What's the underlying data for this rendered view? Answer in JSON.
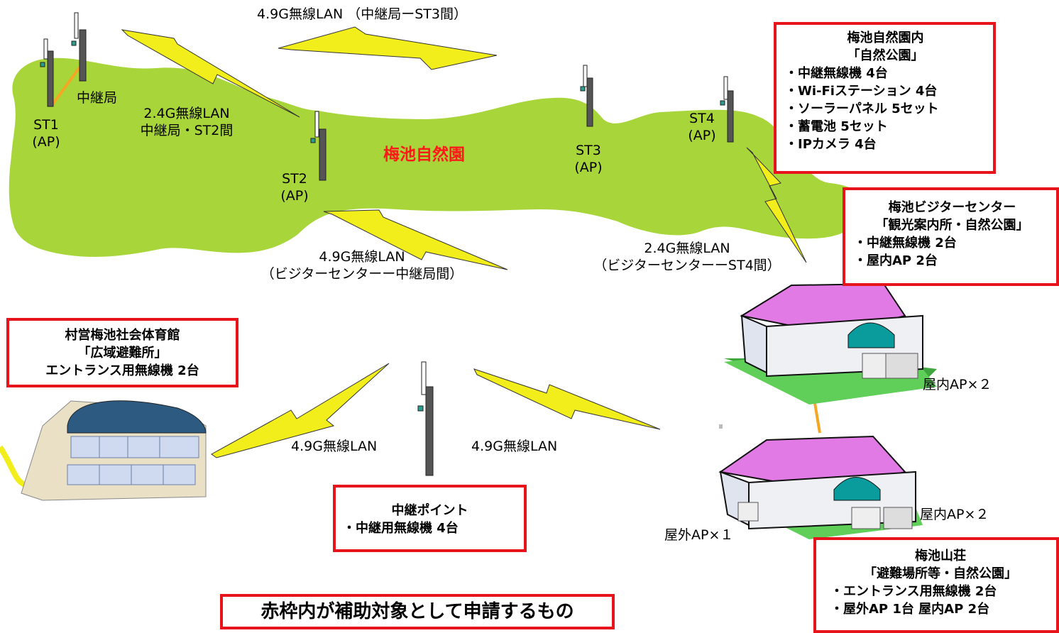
{
  "park": {
    "name": "梅池自然園"
  },
  "stations": [
    {
      "name": "ST1",
      "sub": "(AP)"
    },
    {
      "name": "中継局",
      "sub": ""
    },
    {
      "name": "ST2",
      "sub": "(AP)"
    },
    {
      "name": "ST3",
      "sub": "(AP)"
    },
    {
      "name": "ST4",
      "sub": "(AP)"
    }
  ],
  "links": {
    "top": "4.9G無線LAN （中継局ーST3間）",
    "relay_st2": [
      "2.4G無線LAN",
      "中継局・ST2間"
    ],
    "visitor_relay": [
      "4.9G無線LAN",
      "（ビジターセンターー中継局間）"
    ],
    "visitor_st4": [
      "2.4G無線LAN",
      "（ビジターセンターーST4間）"
    ],
    "gym_link": "4.9G無線LAN",
    "lodge_link": "4.9G無線LAN"
  },
  "boxes": {
    "nature_park": {
      "title": [
        "梅池自然園内",
        "「自然公園」"
      ],
      "items": [
        "・中継無線機 4台",
        "・Wi-Fiステーション 4台",
        "・ソーラーパネル 5セット",
        "・蓄電池 5セット",
        "・IPカメラ 4台"
      ]
    },
    "visitor_center": {
      "title": [
        "梅池ビジターセンター",
        "「観光案内所・自然公園」"
      ],
      "items": [
        "・中継無線機 2台",
        "・屋内AP 2台"
      ]
    },
    "gym": {
      "title": [
        "村営梅池社会体育館",
        "「広域避難所」",
        "エントランス用無線機 2台"
      ]
    },
    "relay_point": {
      "title": [
        "中継ポイント"
      ],
      "items": [
        "・中継用無線機 4台"
      ]
    },
    "lodge": {
      "title": [
        "梅池山荘",
        "「避難場所等・自然公園」"
      ],
      "items": [
        "・エントランス用無線機 2台",
        "・屋外AP 1台 屋内AP 2台"
      ]
    }
  },
  "ap_labels": {
    "visitor_indoor": "屋内AP×２",
    "lodge_indoor": "屋内AP×２",
    "lodge_outdoor": "屋外AP×１"
  },
  "note": "赤枠内が補助対象として申請するもの",
  "colors": {
    "park_green": "#a8d63a",
    "bolt_yellow": "#f2ee1c",
    "roof_pink": "#e27ae5",
    "frame_red": "#e8141c",
    "orange_link": "#f5a623"
  }
}
